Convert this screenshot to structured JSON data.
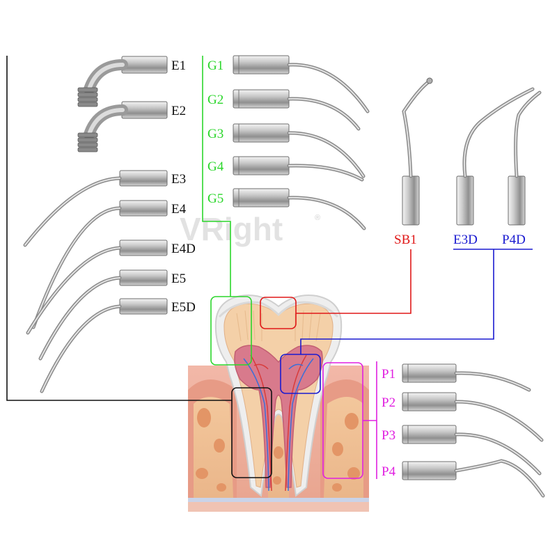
{
  "watermark": {
    "text": "VRight",
    "mark": "®"
  },
  "groups": {
    "endo": {
      "color": "#111111",
      "labels": [
        "E1",
        "E2",
        "E3",
        "E4",
        "E4D",
        "E5",
        "E5D"
      ]
    },
    "scaling": {
      "color": "#2bd62b",
      "labels": [
        "G1",
        "G2",
        "G3",
        "G4",
        "G5"
      ]
    },
    "sub_bevel": {
      "color": "#e01818",
      "labels": [
        "SB1"
      ]
    },
    "deep": {
      "color": "#1a1ad0",
      "labels": [
        "E3D",
        "P4D"
      ]
    },
    "perio": {
      "color": "#e020e0",
      "labels": [
        "P1",
        "P2",
        "P3",
        "P4"
      ]
    }
  },
  "icons": [
    "scaler-tip-icon",
    "tooth-cross-section-icon"
  ]
}
